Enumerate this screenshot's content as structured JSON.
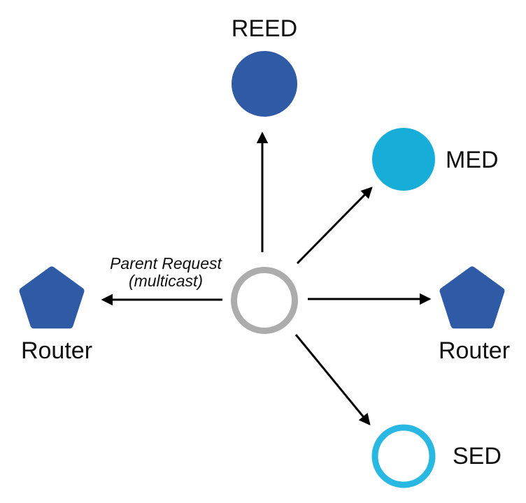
{
  "diagram": {
    "description": "Thread network attach diagram: a joining device multicasts a Parent Request to neighboring devices",
    "annotation": {
      "line1": "Parent Request",
      "line2": "(multicast)"
    },
    "nodes": {
      "center": {
        "label": "",
        "shape": "circle",
        "style": "white fill with gray ring",
        "role": "joining-device"
      },
      "reed": {
        "label": "REED",
        "shape": "circle",
        "style": "solid blue"
      },
      "med": {
        "label": "MED",
        "shape": "circle",
        "style": "solid cyan"
      },
      "router_left": {
        "label": "Router",
        "shape": "pentagon",
        "style": "solid blue"
      },
      "router_right": {
        "label": "Router",
        "shape": "pentagon",
        "style": "solid blue"
      },
      "sed": {
        "label": "SED",
        "shape": "circle",
        "style": "white fill with cyan ring"
      }
    },
    "arrows": [
      {
        "from": "center",
        "to": "reed"
      },
      {
        "from": "center",
        "to": "med"
      },
      {
        "from": "center",
        "to": "router_right"
      },
      {
        "from": "center",
        "to": "router_left",
        "label": "Parent Request (multicast)"
      },
      {
        "from": "center",
        "to": "sed"
      }
    ],
    "colors": {
      "node_blue": "#2E5AA6",
      "node_cyan": "#17ADD9",
      "sed_ring_cyan": "#29B8E2",
      "center_ring_gray": "#ACACAC",
      "arrow_black": "#000000",
      "label_black": "#111111",
      "background": "#FFFFFF"
    }
  }
}
